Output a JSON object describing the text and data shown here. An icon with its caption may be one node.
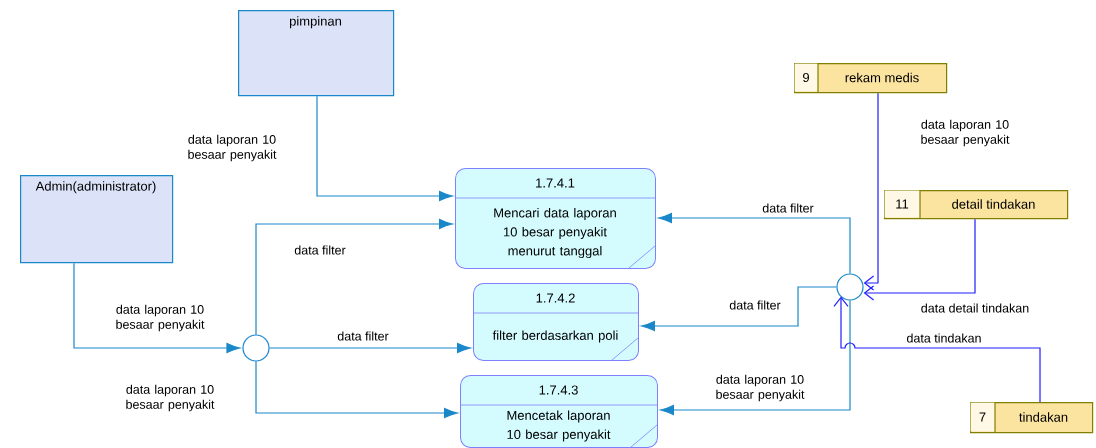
{
  "diagram": {
    "nodes": [
      {
        "text": [
          "pimpinan"
        ]
      },
      {
        "text": [
          "Admin(administrator)"
        ]
      },
      {
        "text": [
          "1.7.4.1",
          "Mencari data laporan 10 besar penyakit menurut tanggal"
        ]
      },
      {
        "text": [
          "1.7.4.2",
          "filter berdasarkan poli"
        ]
      },
      {
        "text": [
          "1.7.4.3",
          "Mencetak laporan 10 besar penyakit"
        ]
      },
      {
        "text": [],
        "shape": "circle"
      },
      {
        "text": [],
        "shape": "circle"
      },
      {
        "text": [
          "9",
          "rekam medis"
        ]
      },
      {
        "text": [
          "11",
          "detail tindakan"
        ]
      },
      {
        "text": [
          "7",
          "tindakan"
        ]
      }
    ],
    "edges": [
      {
        "from": 0,
        "to": 2,
        "arrow": "to",
        "label": "data laporan 10 besaar penyakit"
      },
      {
        "from": 1,
        "to": 5,
        "arrow": "to",
        "label": "data laporan 10 besaar penyakit"
      },
      {
        "from": 5,
        "to": 2,
        "arrow": "to",
        "label": "data filter"
      },
      {
        "from": 5,
        "to": 3,
        "arrow": "to",
        "label": "data filter"
      },
      {
        "from": 5,
        "to": 4,
        "arrow": "to",
        "label": "data laporan 10 besaar penyakit"
      },
      {
        "from": 6,
        "to": 2,
        "arrow": "to",
        "label": "data filter"
      },
      {
        "from": 6,
        "to": 3,
        "arrow": "to",
        "label": "data filter"
      },
      {
        "from": 6,
        "to": 4,
        "arrow": "to",
        "label": "data laporan 10 besaar penyakit"
      },
      {
        "from": 7,
        "to": 6,
        "arrow": "to",
        "label": "data laporan 10 besaar penyakit",
        "color": "#1f1fff"
      },
      {
        "from": 8,
        "to": 6,
        "arrow": "to",
        "label": "data detail tindakan",
        "color": "#1f1fff"
      },
      {
        "from": 9,
        "to": 6,
        "arrow": "to",
        "label": "data tindakan",
        "color": "#1f1fff"
      }
    ]
  }
}
